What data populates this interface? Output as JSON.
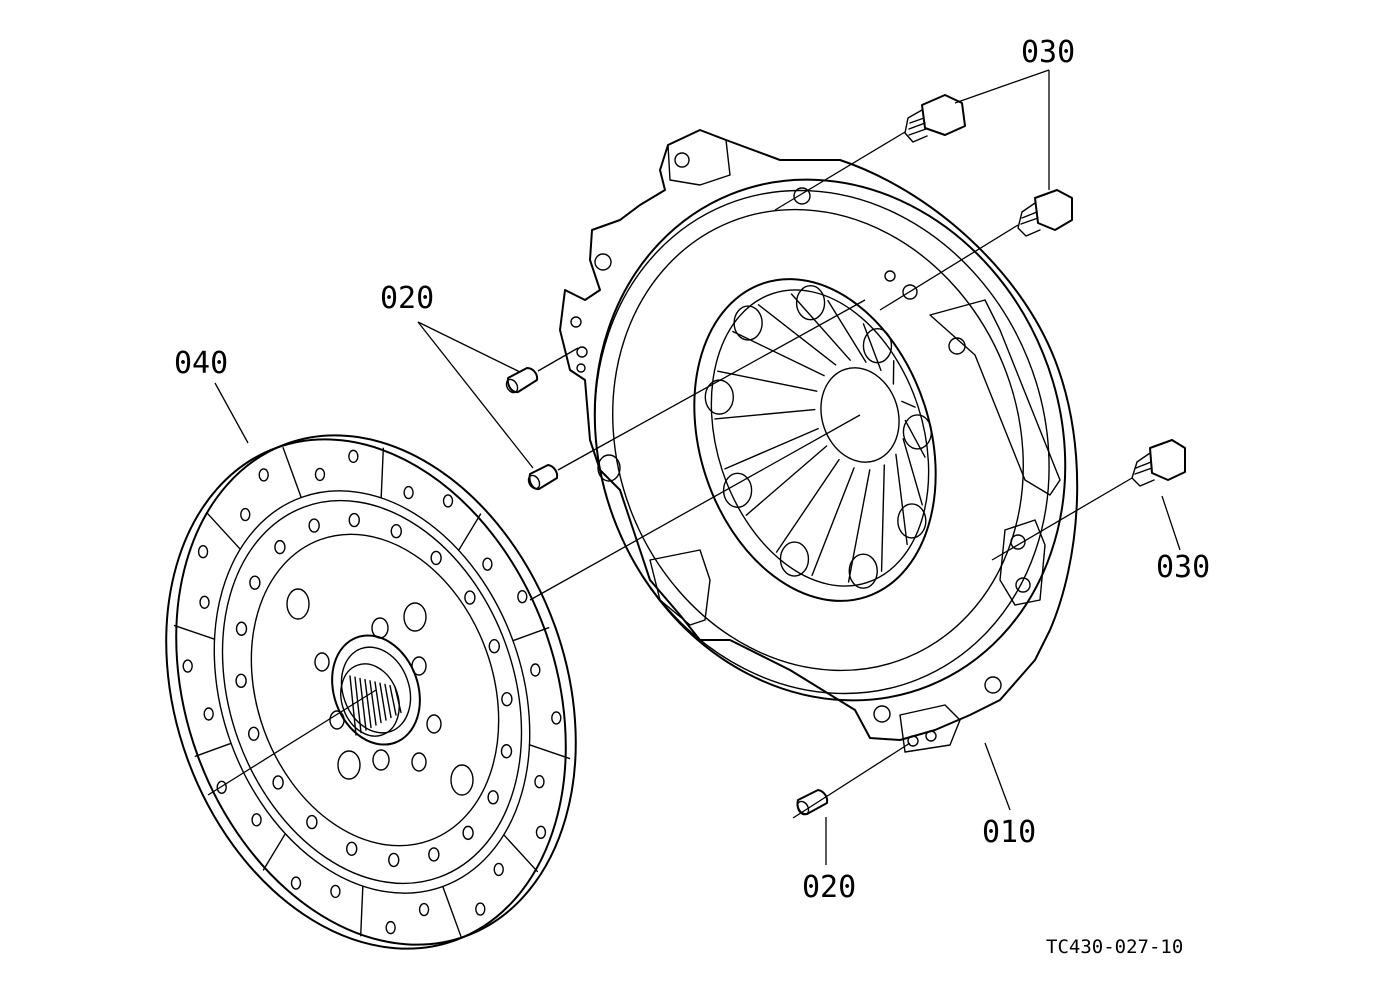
{
  "labels": {
    "p010": "010",
    "p020_a": "020",
    "p020_b": "020",
    "p030_a": "030",
    "p030_b": "030",
    "p040": "040"
  },
  "drawing_code": "TC430-027-10",
  "colors": {
    "ink": "#000000",
    "paper": "#ffffff"
  }
}
